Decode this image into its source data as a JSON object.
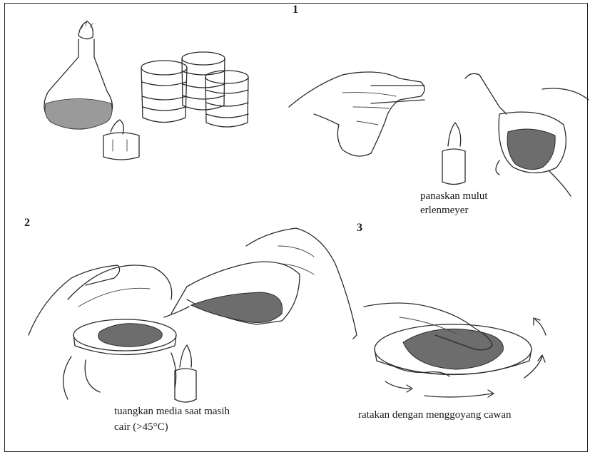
{
  "steps": [
    {
      "number": "1",
      "caption_lines": [
        "panaskan mulut",
        "erlenmeyer"
      ]
    },
    {
      "number": "2",
      "caption_lines": [
        "tuangkan media saat masih",
        "cair (>45°C)"
      ]
    },
    {
      "number": "3",
      "caption_lines": [
        "ratakan dengan menggoyang cawan"
      ]
    }
  ]
}
